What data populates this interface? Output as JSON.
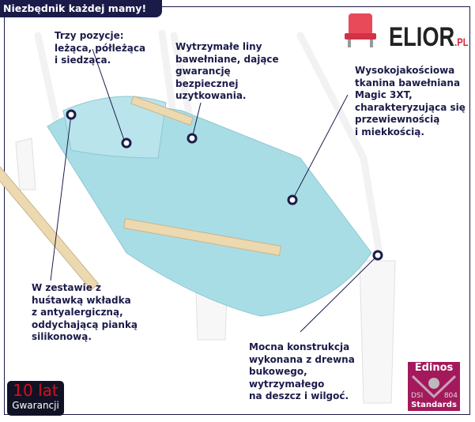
{
  "header": {
    "title": "Niezbędnik każdej mamy!"
  },
  "logo": {
    "name": "ELIOR",
    "suffix": ".PL"
  },
  "notes": {
    "positions": "Trzy pozycje:\nleżąca, półleżąca\ni siedząca.",
    "ropes": "Wytrzymałe liny\nbawełniane, dające\ngwarancję\nbezpiecznej\nuzytkowania.",
    "fabric": "Wysokojakościowa\ntkanina bawełniana\nMagic 3XT,\ncharakteryzująca się\nprzewiewnością\ni miekkością.",
    "insert": "W zestawie z\nhuśtawką wkładka\nz antyalergiczną,\noddychającą pianką\nsilikonową.",
    "construction": "Mocna konstrukcja\nwykonana z drewna\nbukowego,\nwytrzymałego\nna deszcz i wilgoć."
  },
  "warranty": {
    "years": "10 lat",
    "label": "Gwarancji"
  },
  "badge": {
    "brand": "Edinos",
    "left": "DSI",
    "right": "804",
    "bottom": "Standards"
  },
  "colors": {
    "navy": "#1b1b4a",
    "fabric": "#a9dde6",
    "wood": "#ecd9b0",
    "badge": "#a3195b"
  }
}
